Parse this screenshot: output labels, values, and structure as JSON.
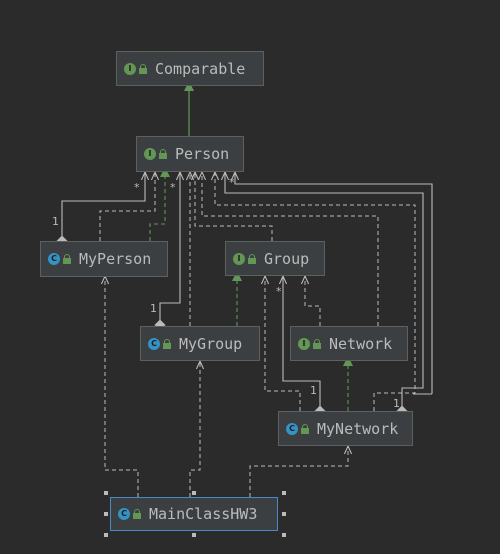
{
  "nodes": {
    "comparable": {
      "name": "Comparable",
      "kind": "interface",
      "badge": "I",
      "icon": "interface-icon"
    },
    "person": {
      "name": "Person",
      "kind": "interface",
      "badge": "I",
      "icon": "interface-icon"
    },
    "myperson": {
      "name": "MyPerson",
      "kind": "class",
      "badge": "C",
      "icon": "class-icon"
    },
    "group": {
      "name": "Group",
      "kind": "interface",
      "badge": "I",
      "icon": "interface-icon"
    },
    "mygroup": {
      "name": "MyGroup",
      "kind": "class",
      "badge": "C",
      "icon": "class-icon"
    },
    "network": {
      "name": "Network",
      "kind": "interface",
      "badge": "I",
      "icon": "interface-icon"
    },
    "mynetwork": {
      "name": "MyNetwork",
      "kind": "class",
      "badge": "C",
      "icon": "class-icon"
    },
    "mainclass": {
      "name": "MainClassHW3",
      "kind": "class",
      "badge": "C",
      "icon": "class-icon",
      "selected": true
    }
  },
  "multiplicities": {
    "myperson_one": "1",
    "myperson_many": "*",
    "mygroup_one": "1",
    "mygroup_many": "*",
    "mynetwork_one": "1",
    "mynetwork_many": "*",
    "mynetwork_group_one": "1",
    "mynetwork_group_many": "*"
  },
  "colors": {
    "background": "#2b2b2b",
    "node_fill": "#3c3f41",
    "node_border": "#5e6060",
    "selected_border": "#4a88c7",
    "text": "#bbbbbb",
    "interface_badge": "#629755",
    "class_badge": "#3592c4",
    "inheritance": "#629755",
    "dependency": "#bbbbbb"
  }
}
